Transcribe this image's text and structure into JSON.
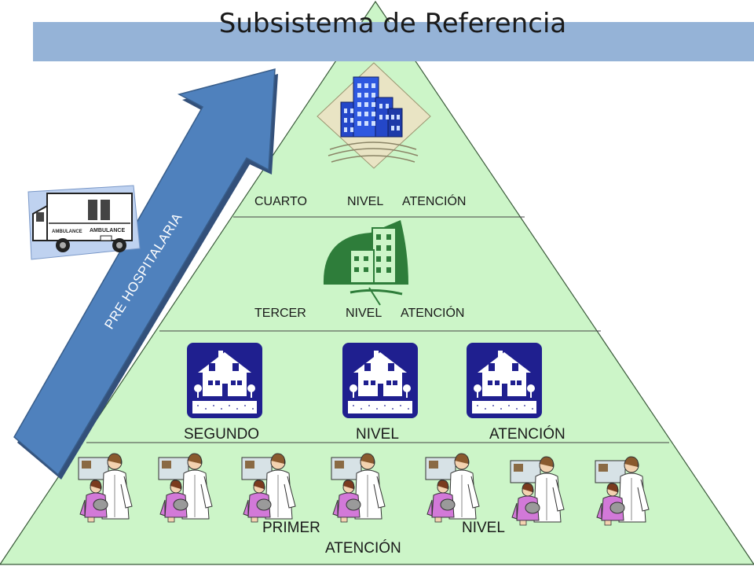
{
  "title": "Subsistema de Referencia",
  "arrow_label": "PRE HOSPITALARIA",
  "ambulance_text": [
    "AMBULANCE",
    "AMBULANCE"
  ],
  "levels": {
    "fourth": [
      "CUARTO",
      "NIVEL",
      "ATENCIÓN"
    ],
    "third": [
      "TERCER",
      "NIVEL",
      "ATENCIÓN"
    ],
    "second": [
      "SEGUNDO",
      "NIVEL",
      "ATENCIÓN"
    ],
    "first": [
      "PRIMER",
      "NIVEL",
      "ATENCIÓN"
    ]
  },
  "colors": {
    "pyramid_fill": "#ccf5c8",
    "title_band": "#95b3d7",
    "arrow": "#4f81bd",
    "house_blue": "#1f1f8f",
    "hospital_green": "#2e7d3a",
    "building_blue": "#2447c8"
  }
}
